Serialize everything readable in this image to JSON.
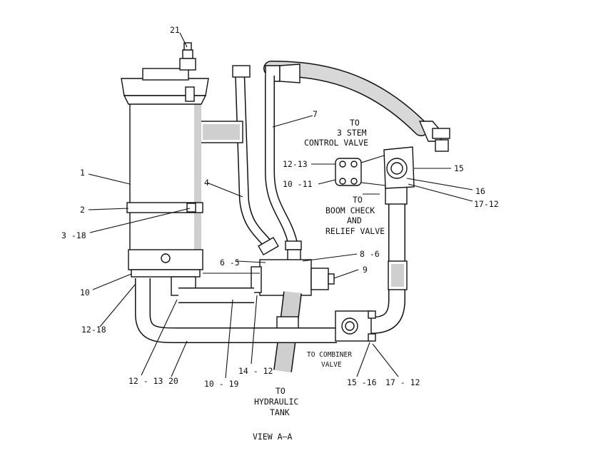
{
  "callouts": {
    "c21": "21",
    "c1": "1",
    "c2": "2",
    "c3_18": "3 -18",
    "c4": "4",
    "c7": "7",
    "c12_13_top": "12-13",
    "c10_11": "10 -11",
    "c15": "15",
    "c16": "16",
    "c17_12_top": "17-12",
    "c6_5": "6 -5",
    "c8_6": "8 -6",
    "c9": "9",
    "c10": "10",
    "c12_18": "12-18",
    "c12_13_bot": "12 - 13",
    "c20": "20",
    "c10_19": "10 - 19",
    "c14_12": "14 - 12",
    "c15_16": "15 -16",
    "c17_12_bot": "17 - 12"
  },
  "notes": {
    "stem_1": "TO",
    "stem_2": "3 STEM",
    "stem_3": "CONTROL VALVE",
    "boom_1": "TO",
    "boom_2": "BOOM CHECK",
    "boom_3": "AND",
    "boom_4": "RELIEF VALVE",
    "comb_1": "TO COMBINER",
    "comb_2": "VALVE",
    "tank_1": "TO",
    "tank_2": "HYDRAULIC",
    "tank_3": "TANK"
  },
  "view_label": "VIEW A—A"
}
